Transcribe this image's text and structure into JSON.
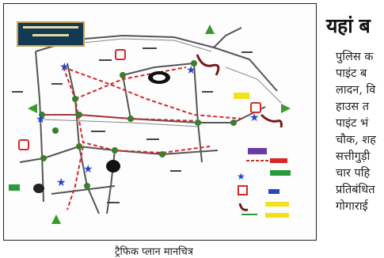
{
  "article": {
    "headline": "यहां ब",
    "lines": [
      "पुलिस क",
      "पाइंट ब",
      "लादन, वि",
      "हाउस त",
      "पाइंट भं",
      "चौक, शह",
      "सत्तीगुड़ी",
      "चार पहि",
      "प्रतिबंधित",
      "गोगाराई"
    ]
  },
  "caption": "ट्रैफिक प्लान मानचित्र",
  "colors": {
    "route_red": "#d62828",
    "road_gray": "#555555",
    "junction_green": "#3a7d2c",
    "star_blue": "#2a44c8",
    "title_bg": "#123a55"
  }
}
